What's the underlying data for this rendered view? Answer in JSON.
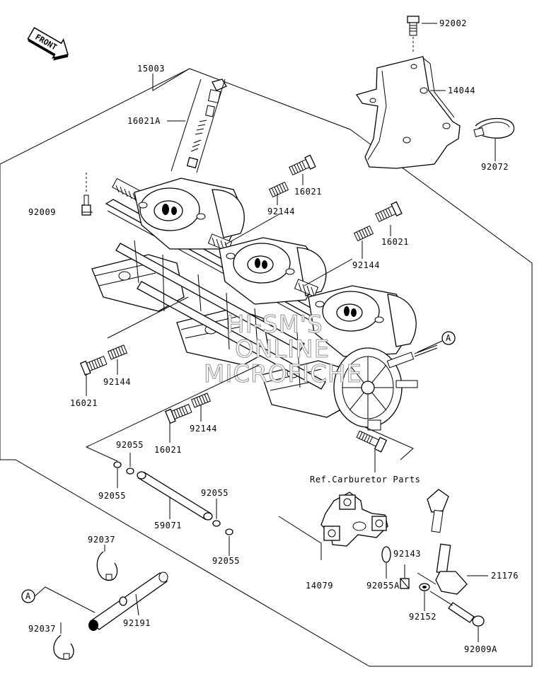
{
  "front_arrow": {
    "label": "FRONT"
  },
  "watermark": {
    "lines": [
      "HI-SM'S",
      "ONLINE",
      "MICROFICHE"
    ]
  },
  "reference": {
    "label": "Ref.Carburetor Parts"
  },
  "connector": {
    "label": "A"
  },
  "callouts": {
    "p92002": "92002",
    "p14044": "14044",
    "p92072": "92072",
    "p15003": "15003",
    "p16021A": "16021A",
    "p16021_top": "16021",
    "p92009": "92009",
    "p92144_top": "92144",
    "p16021_right": "16021",
    "p92144_right": "92144",
    "p16021_left": "16021",
    "p92144_left": "92144",
    "p16021_bottom": "16021",
    "p92144_bottom": "92144",
    "p92055_a": "92055",
    "p92055_b": "92055",
    "p59071": "59071",
    "p92055_c": "92055",
    "p92055_d": "92055",
    "p92037_top": "92037",
    "p92037_bottom": "92037",
    "p92191": "92191",
    "p14079": "14079",
    "p92055A": "92055A",
    "p92143": "92143",
    "p21176": "21176",
    "p92152": "92152",
    "p92009A": "92009A"
  }
}
